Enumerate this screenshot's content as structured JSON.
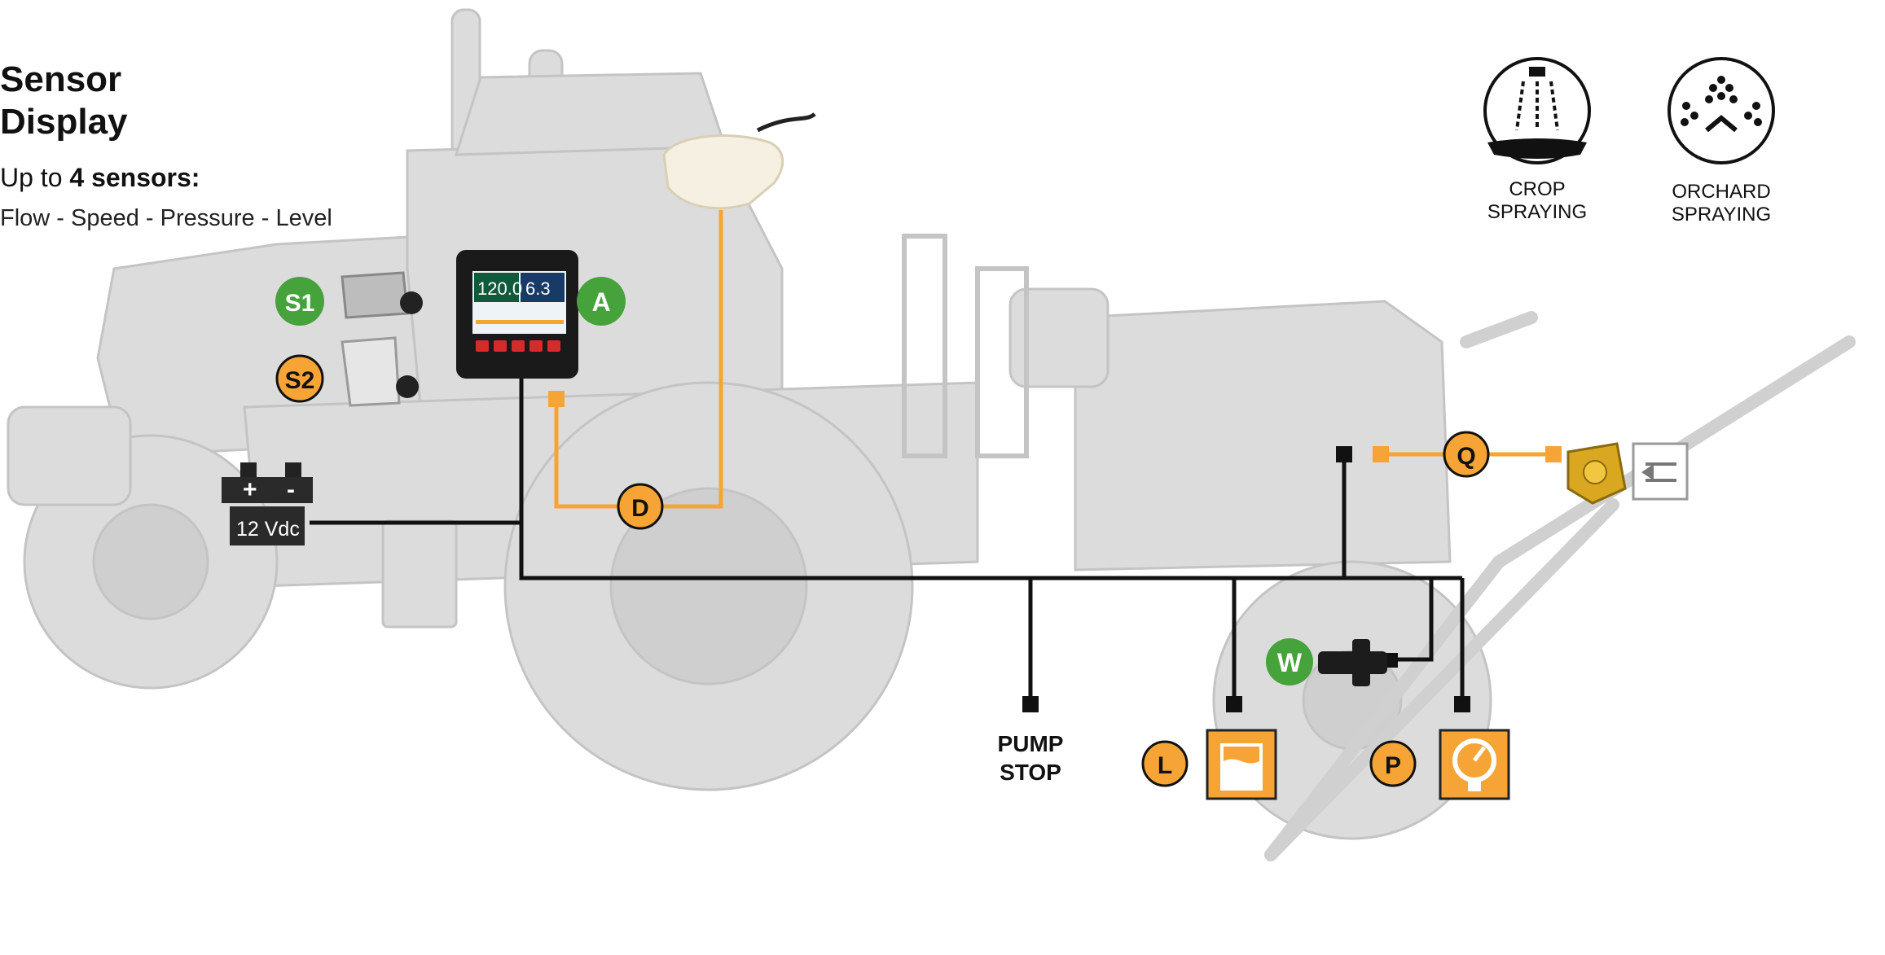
{
  "title_line1": "Sensor",
  "title_line2": "Display",
  "subtitle_prefix": "Up to ",
  "subtitle_bold": "4 sensors:",
  "sensor_list": "Flow - Speed - Pressure - Level",
  "battery_label": "12 Vdc",
  "battery_plus": "+",
  "battery_minus": "-",
  "display_value_1": "120.0",
  "display_value_2": "6.3",
  "pump_stop_line1": "PUMP",
  "pump_stop_line2": "STOP",
  "markers": {
    "s1": "S1",
    "s2": "S2",
    "a": "A",
    "d": "D",
    "q": "Q",
    "w": "W",
    "l": "L",
    "p": "P"
  },
  "modes": {
    "crop_line1": "CROP",
    "crop_line2": "SPRAYING",
    "orchard_line1": "ORCHARD",
    "orchard_line2": "SPRAYING"
  },
  "colors": {
    "orange": "#f7a436",
    "green": "#46a23a",
    "black_wire": "#111111",
    "tractor_grey": "#d9d9d9"
  }
}
